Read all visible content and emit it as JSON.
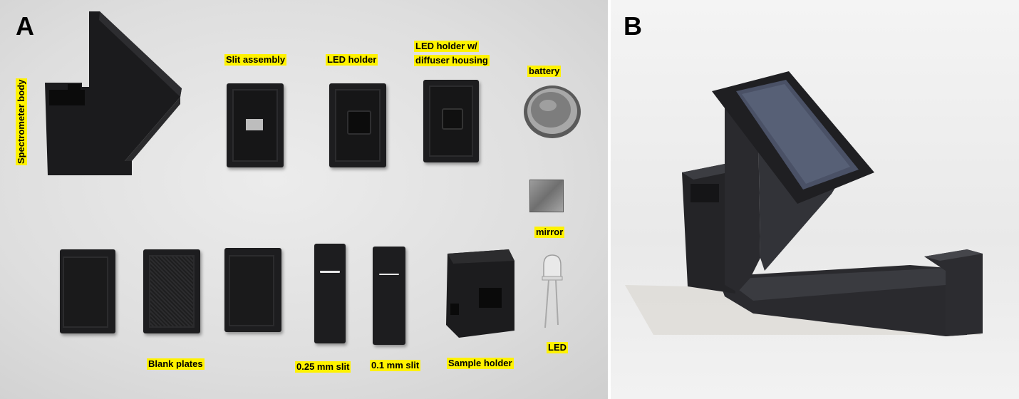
{
  "panel_a": {
    "letter": "A",
    "labels": {
      "spectrometer_body": "Spectrometer body",
      "slit_assembly": "Slit assembly",
      "led_holder": "LED holder",
      "led_holder_diffuser_line1": "LED holder w/",
      "led_holder_diffuser_line2": "diffuser housing",
      "battery": "battery",
      "mirror": "mirror",
      "blank_plates": "Blank plates",
      "slit_025": "0.25 mm slit",
      "slit_01": "0.1 mm slit",
      "sample_holder": "Sample holder",
      "led": "LED"
    }
  },
  "panel_b": {
    "letter": "B"
  },
  "colors": {
    "label_highlight": "#fff200",
    "part_black": "#1d1d1f",
    "background_a": "#dedede",
    "background_b": "#eeeeee"
  }
}
